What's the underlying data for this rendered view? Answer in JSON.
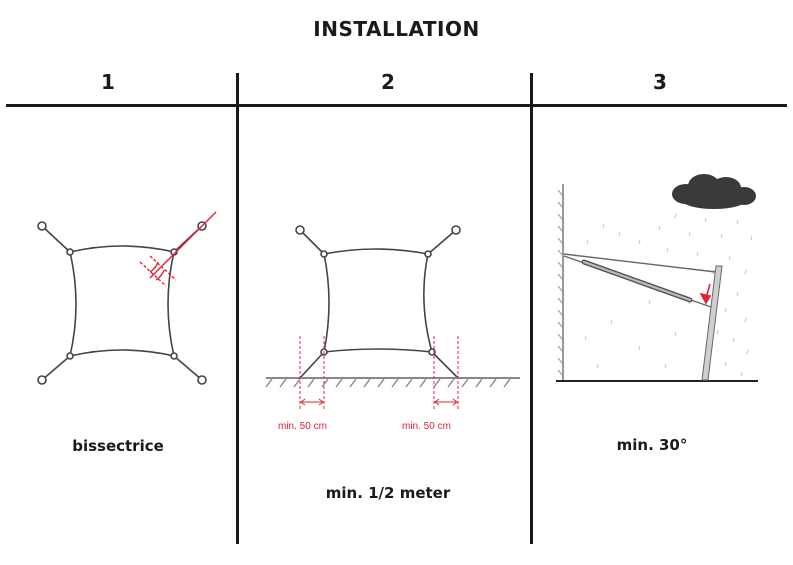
{
  "title": "INSTALLATION",
  "steps": [
    {
      "number": "1",
      "caption": "bissectrice"
    },
    {
      "number": "2",
      "caption": "min. 1/2 meter",
      "measure_left": "min. 50 cm",
      "measure_right": "min. 50 cm"
    },
    {
      "number": "3",
      "caption": "min. 30°"
    }
  ],
  "colors": {
    "ink": "#1a1a1a",
    "accent": "#e0233b",
    "cloud": "#3a3a3a"
  }
}
